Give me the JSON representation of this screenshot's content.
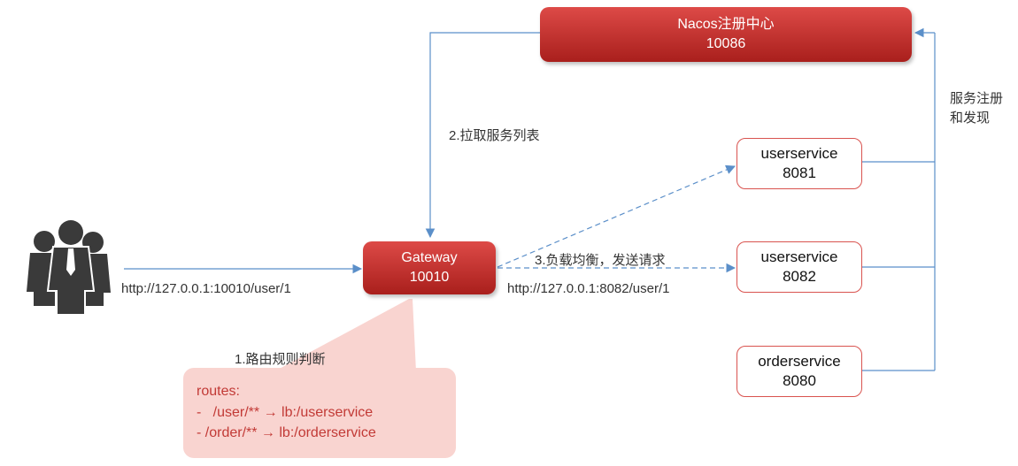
{
  "nacos": {
    "title": "Nacos注册中心",
    "port": "10086"
  },
  "gateway": {
    "title": "Gateway",
    "port": "10010"
  },
  "services": [
    {
      "name": "userservice",
      "port": "8081"
    },
    {
      "name": "userservice",
      "port": "8082"
    },
    {
      "name": "orderservice",
      "port": "8080"
    }
  ],
  "labels": {
    "client_url": "http://127.0.0.1:10010/user/1",
    "fetch_list": "2.拉取服务列表",
    "load_balance": "3.负载均衡，发送请求",
    "target_url": "http://127.0.0.1:8082/user/1",
    "register_line1": "服务注册",
    "register_line2": "和发现",
    "route_judge": "1.路由规则判断"
  },
  "routes": {
    "header": "routes:",
    "rules": [
      "-   /user/** → lb:/userservice",
      "- /order/** → lb:/orderservice"
    ]
  },
  "colors": {
    "arrow": "#5b8fc9",
    "red": "#c0302d",
    "note_bg": "#f9d4d0",
    "note_text": "#c23a36"
  }
}
